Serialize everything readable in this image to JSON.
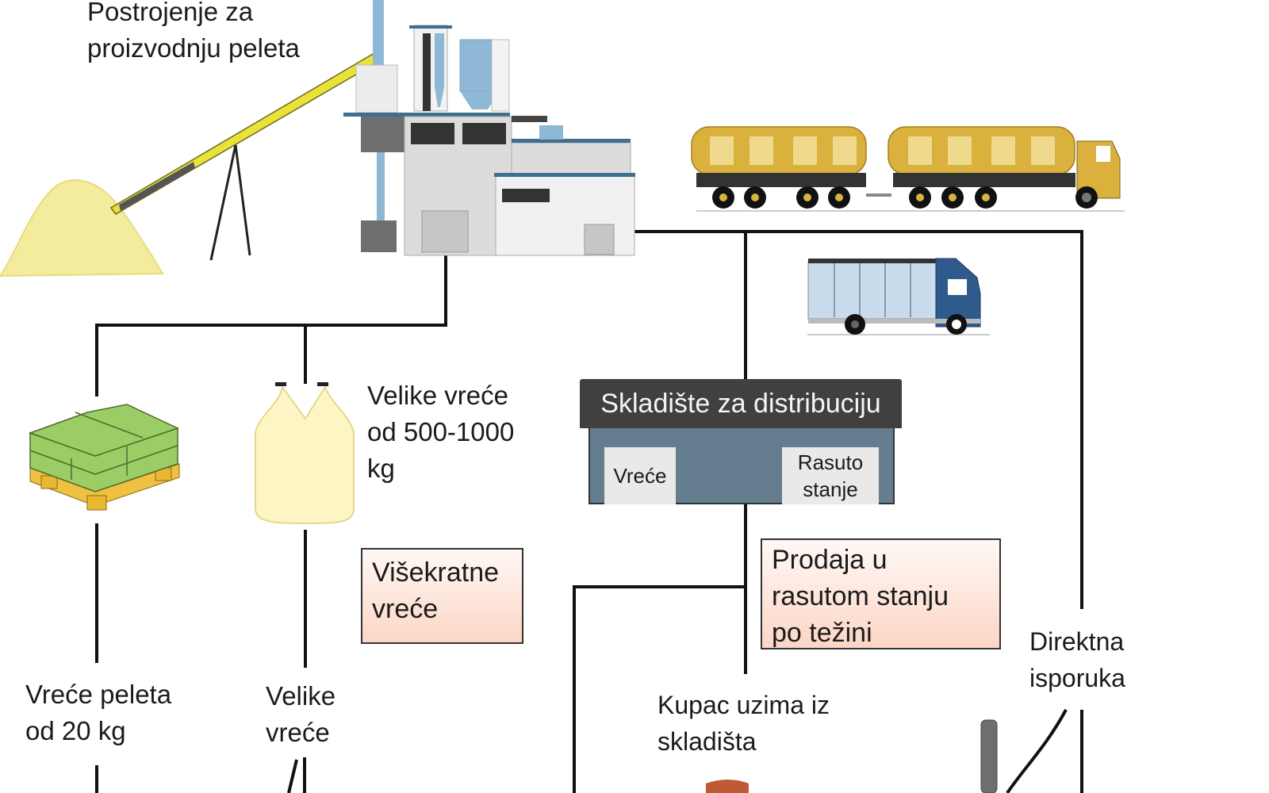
{
  "title": "Postrojenje za proizvodnju peleta",
  "labels": {
    "plant": [
      "Postrojenje za",
      "proizvodnju peleta"
    ],
    "big_bags_desc": [
      "Velike vreće",
      "od 500-1000",
      "kg"
    ],
    "bags_20kg": [
      "Vreće peleta",
      "od 20 kg"
    ],
    "big_bags": [
      "Velike",
      "vreće"
    ],
    "reusable_bags": [
      "Višekratne",
      "vreće"
    ],
    "bulk_sale": [
      "Prodaja u",
      "rasutom stanju",
      "po težini"
    ],
    "direct_delivery": [
      "Direktna",
      "isporuka"
    ],
    "customer_pickup": [
      "Kupac uzima iz",
      "skladišta"
    ]
  },
  "warehouse": {
    "title": "Skladište za distribuciju",
    "bags": "Vreće",
    "bulk": [
      "Rasuto",
      "stanje"
    ]
  },
  "icons": [
    "pellet-pile-icon",
    "conveyor-icon",
    "factory-icon",
    "tanker-truck-icon",
    "box-truck-icon",
    "pallet-bags-icon",
    "big-bag-icon",
    "warehouse-icon"
  ],
  "colors": {
    "line": "#111111",
    "pellet": "#f3ec9c",
    "tanker": "#d9b13c",
    "truck_cab": "#2f5a8c",
    "warehouse_body": "#647e8f",
    "warehouse_title": "#404040",
    "pallet_bags": "#9ccc65",
    "pallet_wood": "#f0c040",
    "note_box": "#fcd6c6"
  }
}
